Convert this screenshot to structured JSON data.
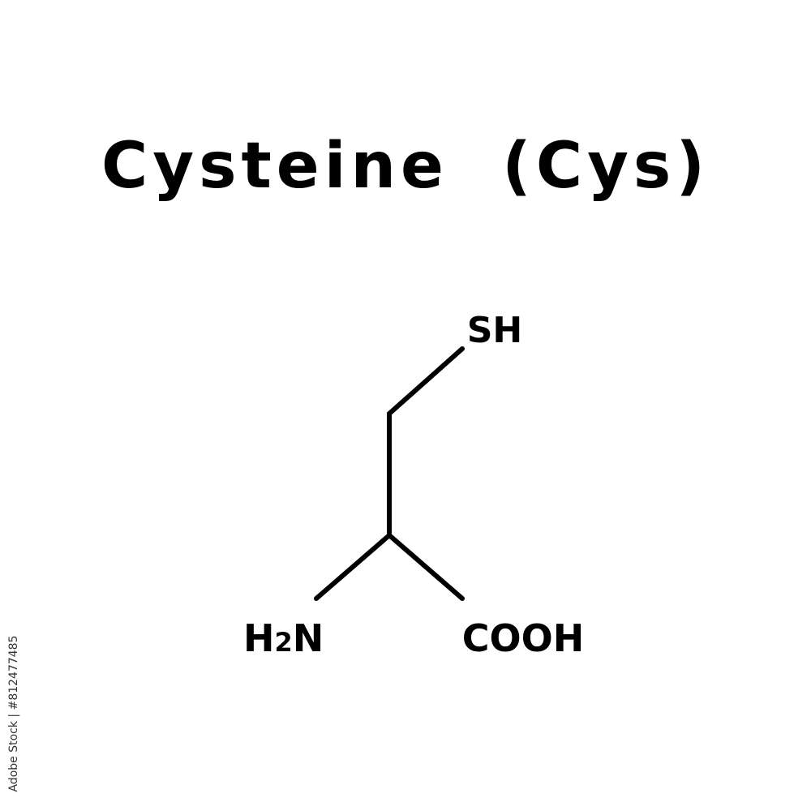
{
  "title": "Cysteine  (Cys)",
  "structure": {
    "thiol_group": "SH",
    "amino_group": {
      "prefix": "H",
      "subscript": "2",
      "suffix": "N"
    },
    "carboxyl_group": "COOH"
  },
  "watermark": {
    "stock_id": "Adobe Stock | #812477485"
  },
  "colors": {
    "ink": "#000000",
    "background": "#ffffff"
  }
}
